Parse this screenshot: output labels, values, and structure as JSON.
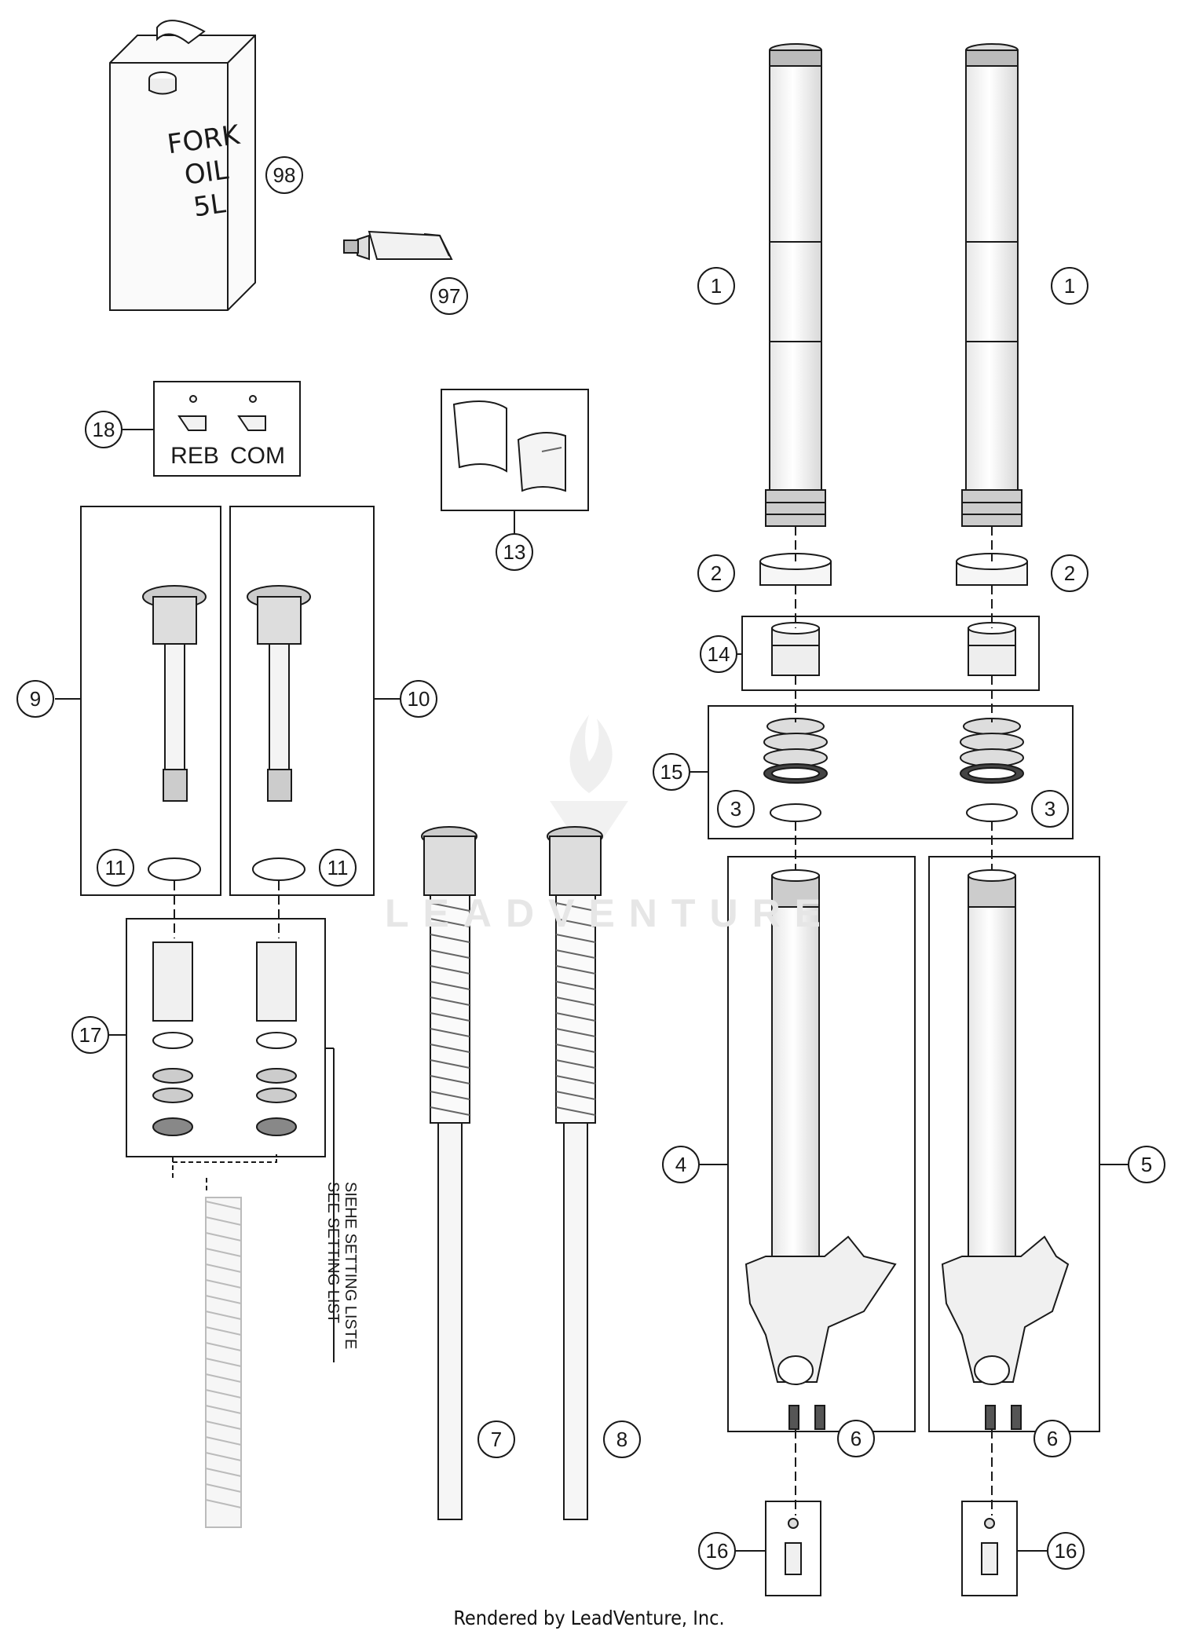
{
  "footer": {
    "credit": "Rendered by LeadVenture, Inc."
  },
  "watermark": {
    "text": "LEADVENTURE"
  },
  "labels": {
    "can_line1": "FORK",
    "can_line2": "OIL",
    "can_line3": "5L",
    "reb": "REB",
    "com": "COM",
    "setting_de": "SIEHE SETTING LISTE",
    "setting_en": "SEE SETTING LIST"
  },
  "callouts": [
    {
      "id": "c98",
      "text": "98"
    },
    {
      "id": "c97",
      "text": "97"
    },
    {
      "id": "c1a",
      "text": "1"
    },
    {
      "id": "c1b",
      "text": "1"
    },
    {
      "id": "c18",
      "text": "18"
    },
    {
      "id": "c13",
      "text": "13"
    },
    {
      "id": "c2a",
      "text": "2"
    },
    {
      "id": "c2b",
      "text": "2"
    },
    {
      "id": "c14",
      "text": "14"
    },
    {
      "id": "c9",
      "text": "9"
    },
    {
      "id": "c10",
      "text": "10"
    },
    {
      "id": "c15",
      "text": "15"
    },
    {
      "id": "c3a",
      "text": "3"
    },
    {
      "id": "c3b",
      "text": "3"
    },
    {
      "id": "c11a",
      "text": "11"
    },
    {
      "id": "c11b",
      "text": "11"
    },
    {
      "id": "c17",
      "text": "17"
    },
    {
      "id": "c4",
      "text": "4"
    },
    {
      "id": "c5",
      "text": "5"
    },
    {
      "id": "c7",
      "text": "7"
    },
    {
      "id": "c8",
      "text": "8"
    },
    {
      "id": "c6a",
      "text": "6"
    },
    {
      "id": "c6b",
      "text": "6"
    },
    {
      "id": "c16a",
      "text": "16"
    },
    {
      "id": "c16b",
      "text": "16"
    }
  ],
  "colors": {
    "line": "#1a1a1a",
    "part_fill": "#f2f2f2",
    "shade": "#bdbdbd",
    "watermark": "#e6e6e6"
  }
}
